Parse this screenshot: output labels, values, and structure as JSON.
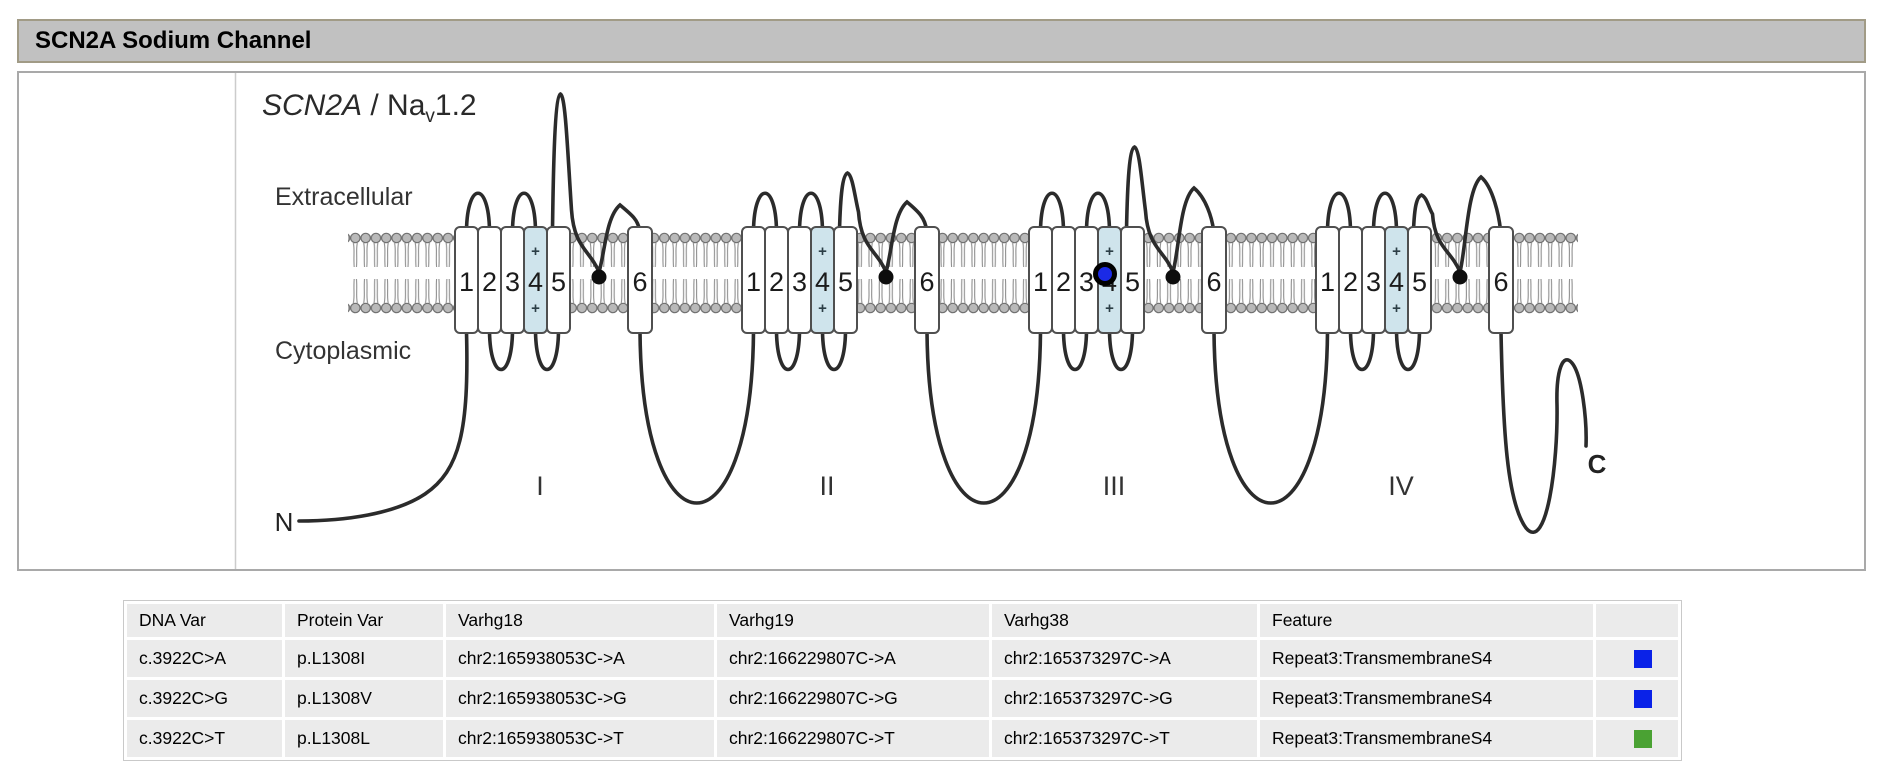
{
  "header": {
    "title": "SCN2A Sodium Channel"
  },
  "diagram": {
    "protein_title": {
      "gene": "SCN2A",
      "separator": " / Na",
      "subscript": "v",
      "suffix": "1.2"
    },
    "extracellular_label": "Extracellular",
    "cytoplasmic_label": "Cytoplasmic",
    "n_terminus_label": "N",
    "c_terminus_label": "C",
    "repeat_labels": [
      "I",
      "II",
      "III",
      "IV"
    ],
    "segment_labels": [
      "1",
      "2",
      "3",
      "4",
      "5",
      "6"
    ],
    "s4_plus_label": "+",
    "s4_fill_color": "#cfe4ec",
    "variant_marker_color": "#1b2ae6"
  },
  "table": {
    "headers": [
      "DNA Var",
      "Protein Var",
      "Varhg18",
      "Varhg19",
      "Varhg38",
      "Feature",
      ""
    ],
    "rows": [
      {
        "dna_var": "c.3922C>A",
        "protein_var": "p.L1308I",
        "varhg18": "chr2:165938053C->A",
        "varhg19": "chr2:166229807C->A",
        "varhg38": "chr2:165373297C->A",
        "feature": "Repeat3:TransmembraneS4",
        "color": "#0a22e8"
      },
      {
        "dna_var": "c.3922C>G",
        "protein_var": "p.L1308V",
        "varhg18": "chr2:165938053C->G",
        "varhg19": "chr2:166229807C->G",
        "varhg38": "chr2:165373297C->G",
        "feature": "Repeat3:TransmembraneS4",
        "color": "#0a22e8"
      },
      {
        "dna_var": "c.3922C>T",
        "protein_var": "p.L1308L",
        "varhg18": "chr2:165938053C->T",
        "varhg19": "chr2:166229807C->T",
        "varhg38": "chr2:165373297C->T",
        "feature": "Repeat3:TransmembraneS4",
        "color": "#4aa233"
      }
    ]
  }
}
